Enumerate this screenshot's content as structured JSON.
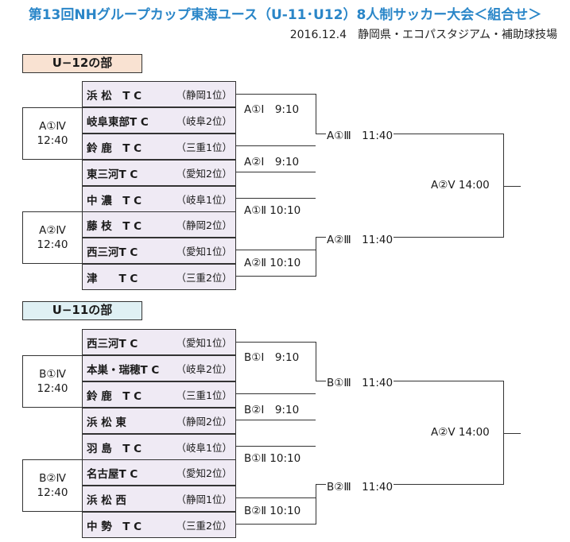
{
  "header": {
    "title": "第13回NHグループカップ東海ユース（U-11･U12）8人制サッカー大会＜組合せ＞",
    "subtitle": "2016.12.4　静岡県・エコパスタジアム・補助球技場"
  },
  "u12": {
    "division_label": "U−12の部",
    "teams": [
      {
        "name": "浜 松　T C",
        "rank": "（静岡1位）"
      },
      {
        "name": "岐阜東部T C",
        "rank": "（岐阜2位）"
      },
      {
        "name": "鈴 鹿　T C",
        "rank": "（三重1位）"
      },
      {
        "name": "東三河T C",
        "rank": "（愛知2位）"
      },
      {
        "name": "中 濃　T C",
        "rank": "（岐阜1位）"
      },
      {
        "name": "藤 枝　T C",
        "rank": "（静岡2位）"
      },
      {
        "name": "西三河T C",
        "rank": "（愛知1位）"
      },
      {
        "name": "津　　T C",
        "rank": "（三重2位）"
      }
    ],
    "left_matches": [
      {
        "code": "A①Ⅳ",
        "time": "12:40"
      },
      {
        "code": "A②Ⅳ",
        "time": "12:40"
      }
    ],
    "round1": [
      "A①Ⅰ　9:10",
      "A②Ⅰ　9:10",
      "A①Ⅱ 10:10",
      "A②Ⅱ 10:10"
    ],
    "semifinals": [
      "A①Ⅲ　11:40",
      "A②Ⅲ　11:40"
    ],
    "final": "A②Ⅴ 14:00"
  },
  "u11": {
    "division_label": "U−11の部",
    "teams": [
      {
        "name": "西三河T C",
        "rank": "（愛知1位）"
      },
      {
        "name": "本巣・瑞穂T C",
        "rank": "（岐阜2位）"
      },
      {
        "name": "鈴 鹿　T C",
        "rank": "（三重1位）"
      },
      {
        "name": "浜 松 東",
        "rank": "（静岡2位）"
      },
      {
        "name": "羽 島　T C",
        "rank": "（岐阜1位）"
      },
      {
        "name": "名古屋T C",
        "rank": "（愛知2位）"
      },
      {
        "name": "浜 松 西",
        "rank": "（静岡1位）"
      },
      {
        "name": "中 勢　T C",
        "rank": "（三重2位）"
      }
    ],
    "left_matches": [
      {
        "code": "B①Ⅳ",
        "time": "12:40"
      },
      {
        "code": "B②Ⅳ",
        "time": "12:40"
      }
    ],
    "round1": [
      "B①Ⅰ　9:10",
      "B②Ⅰ　9:10",
      "B①Ⅱ 10:10",
      "B②Ⅱ 10:10"
    ],
    "semifinals": [
      "B①Ⅲ　11:40",
      "B②Ⅲ　11:40"
    ],
    "final": "A②Ⅴ 14:00"
  }
}
